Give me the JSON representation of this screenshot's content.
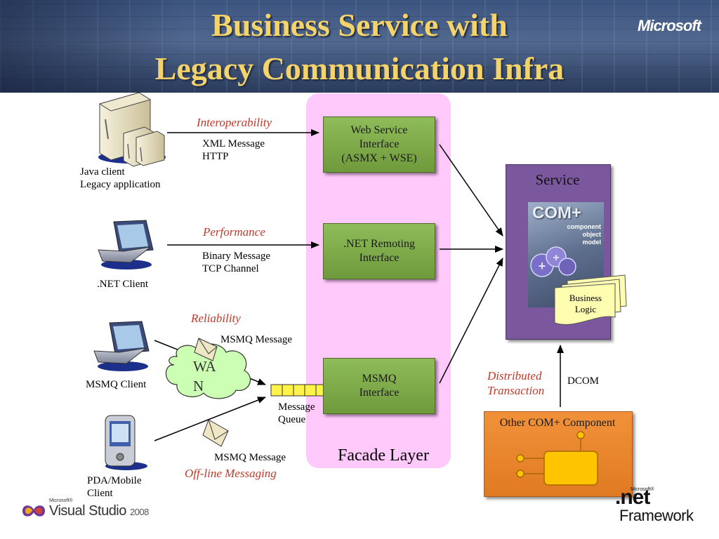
{
  "title": {
    "line1": "Business Service with",
    "line2": "Legacy Communication Infra",
    "brand": "Microsoft"
  },
  "clients": {
    "java": "Java client\nLegacy application",
    "dotnet": ".NET Client",
    "msmq": "MSMQ Client",
    "pda": "PDA/Mobile\nClient"
  },
  "connections": {
    "interop": {
      "label": "Interoperability",
      "detail": "XML Message\nHTTP"
    },
    "performance": {
      "label": "Performance",
      "detail": "Binary Message\nTCP Channel"
    },
    "reliability": {
      "label": "Reliability",
      "detail": "MSMQ Message"
    },
    "offline": {
      "label": "Off-line Messaging",
      "detail": "MSMQ Message"
    },
    "wan": "WA\nN",
    "queue": "Message\nQueue"
  },
  "facade": {
    "label": "Facade Layer",
    "web_service": "Web Service\nInterface\n(ASMX + WSE)",
    "remoting": ".NET Remoting\nInterface",
    "msmq": "MSMQ\nInterface"
  },
  "service": {
    "label": "Service",
    "complus_title": "COM+",
    "complus_sub": "component\nobject\nmodel",
    "business_logic": "Business\nLogic"
  },
  "bottom_right": {
    "distributed": "Distributed\nTransaction",
    "dcom": "DCOM",
    "other_component": "Other COM+  Component"
  },
  "logos": {
    "vs_brand": "Microsoft®",
    "vs_name": "Visual Studio",
    "vs_year": "2008",
    "net_brand": "Microsoft®",
    "net_name": ".net",
    "net_framework": "Framework"
  },
  "colors": {
    "title": "#f3d36a",
    "facade_bg": "#ffc9fb",
    "interface_box": "#7ea84a",
    "service_bg": "#7b589e",
    "component_bg": "#e8852c",
    "label_red": "#c0392b"
  }
}
